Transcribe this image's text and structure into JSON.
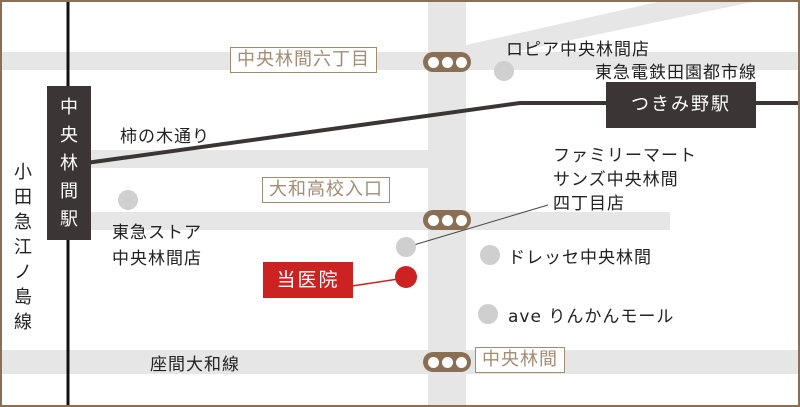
{
  "stations": {
    "chuo_rinkan_station": "中央林間駅",
    "tsukimino_station": "つきみ野駅"
  },
  "railway_lines": {
    "odakyu_enoshima_line": "小田急江ノ島線",
    "denentoshi_line": "東急電鉄田園都市線"
  },
  "streets": {
    "kakinoki_dori": "柿の木通り",
    "zama_yamato_line": "座間大和線"
  },
  "intersections": {
    "chuo_rinkan_6chome": "中央林間六丁目",
    "yamato_high_school_entrance": "大和高校入口",
    "chuo_rinkan": "中央林間"
  },
  "landmarks": {
    "lopia": "ロピア中央林間店",
    "tokyu_store": "東急ストア\n中央林間店",
    "familymart": "ファミリーマート\nサンズ中央林間\n四丁目店",
    "dressé": "ドレッセ中央林間",
    "ave": "ave りんかんモール"
  },
  "destination": {
    "label": "当医院"
  },
  "colors": {
    "road": "#e6e6e6",
    "railway": "#3b3535",
    "station_bg": "#3b3535",
    "intersection_border": "#a38b74",
    "signal": "#8a6f54",
    "destination": "#cc2222",
    "poi": "#cfcfcf",
    "frame": "#8a6f54"
  },
  "icons": {
    "traffic_signal": "traffic-signal-icon",
    "poi_marker": "poi-marker-icon",
    "destination_marker": "destination-pin-icon"
  }
}
